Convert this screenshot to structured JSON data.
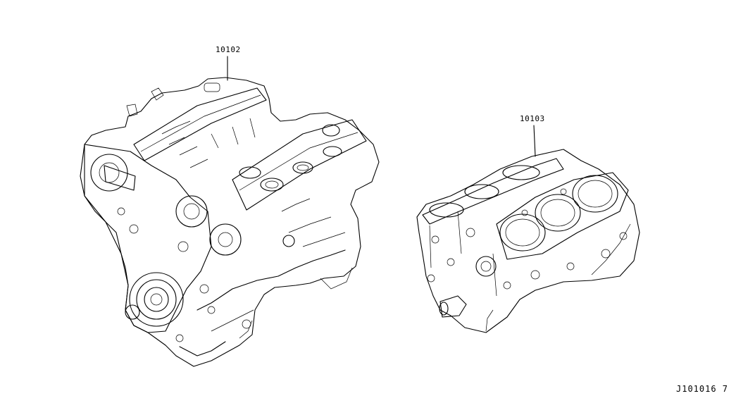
{
  "callouts": {
    "complete_engine_part_no": "10102",
    "short_block_part_no": "10103"
  },
  "diagram_code": "J101016 7"
}
